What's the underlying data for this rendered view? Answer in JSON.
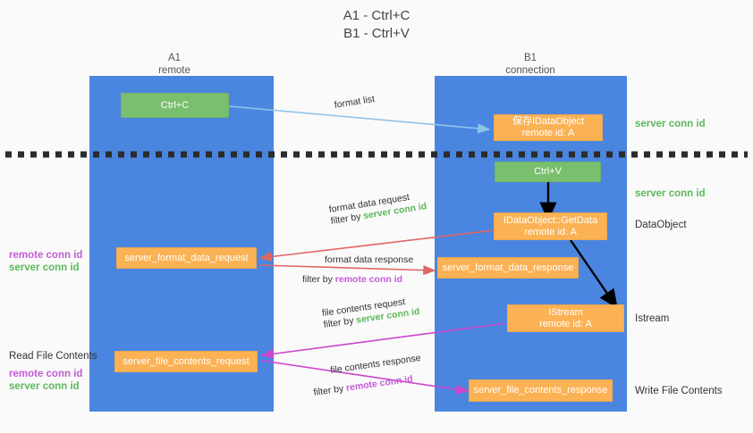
{
  "title": {
    "line1": "A1 - Ctrl+C",
    "line2": "B1 - Ctrl+V"
  },
  "columns": [
    {
      "name": "A1",
      "sub": "remote"
    },
    {
      "name": "B1",
      "sub": "connection"
    }
  ],
  "nodes": {
    "ctrl_c": {
      "label": "Ctrl+C"
    },
    "save_dataobject": {
      "line1": "保存IDataObject",
      "line2": "remote id: A"
    },
    "ctrl_v": {
      "label": "Ctrl+V"
    },
    "getdata": {
      "line1": "IDataObject::GetData",
      "line2": "remote id: A"
    },
    "format_data_request": {
      "label": "server_format_data_request"
    },
    "format_data_response": {
      "label": "server_format_data_response"
    },
    "istream": {
      "line1": "IStream",
      "line2": "remote id: A"
    },
    "file_contents_request": {
      "label": "server_file_contents_request"
    },
    "file_contents_response": {
      "label": "server_file_contents_response"
    }
  },
  "edges": [
    {
      "id": "format-list",
      "line1": "format list",
      "filter_prefix": "",
      "filter_value": "",
      "filter_kind": ""
    },
    {
      "id": "format-data-request",
      "line1": "format data request",
      "filter_prefix": "filter by",
      "filter_value": "server conn id",
      "filter_kind": "green"
    },
    {
      "id": "format-data-response",
      "line1": "format data response",
      "filter_prefix": "filter by",
      "filter_value": "remote conn id",
      "filter_kind": "purple"
    },
    {
      "id": "file-contents-request",
      "line1": "file contents request",
      "filter_prefix": "filter by",
      "filter_value": "server conn id",
      "filter_kind": "green"
    },
    {
      "id": "file-contents-response",
      "line1": "file contents response",
      "filter_prefix": "filter by",
      "filter_value": "remote conn id",
      "filter_kind": "purple"
    }
  ],
  "side_labels": {
    "right_server_conn_top": "server conn id",
    "right_server_conn_mid": "server conn id",
    "right_dataobject": "DataObject",
    "right_istream": "Istream",
    "right_write_file": "Write File Contents",
    "left_remote_conn_1": "remote conn id",
    "left_server_conn_1": "server conn id",
    "left_read_file": "Read File Contents",
    "left_remote_conn_2": "remote conn id",
    "left_server_conn_2": "server conn id"
  },
  "colors": {
    "lane": "#4a86e0",
    "green_node": "#79bf6e",
    "orange_node": "#fbb254",
    "green_text": "#5cb85c",
    "purple_text": "#c45cd6",
    "arrow_light_blue": "#8ec4e8",
    "arrow_red": "#e06666",
    "arrow_magenta": "#cc44cc",
    "arrow_black": "#000000",
    "background": "#fafafa"
  }
}
